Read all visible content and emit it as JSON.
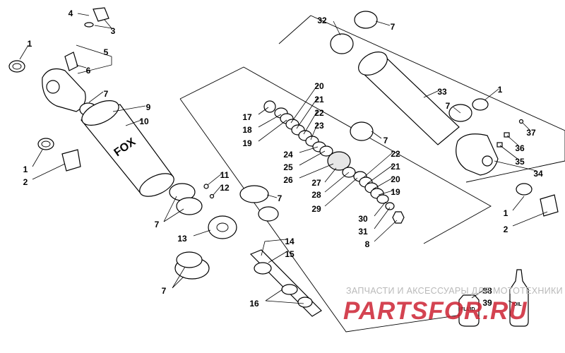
{
  "diagram": {
    "brand_logo": "FOX",
    "fluid_label": "FLUID",
    "oil_label": "OIL"
  },
  "callouts": [
    "1",
    "2",
    "3",
    "4",
    "5",
    "6",
    "7",
    "8",
    "9",
    "10",
    "11",
    "12",
    "13",
    "14",
    "15",
    "16",
    "17",
    "18",
    "19",
    "20",
    "21",
    "22",
    "23",
    "24",
    "25",
    "26",
    "27",
    "28",
    "29",
    "30",
    "31",
    "32",
    "33",
    "34",
    "35",
    "36",
    "37",
    "38",
    "39"
  ],
  "watermark": {
    "line1": "ЗАПЧАСТИ И АКСЕССУАРЫ ДЛЯ МОТОТЕХНИКИ",
    "line2": "PARTSFOR.RU",
    "color": "#cc2233"
  }
}
